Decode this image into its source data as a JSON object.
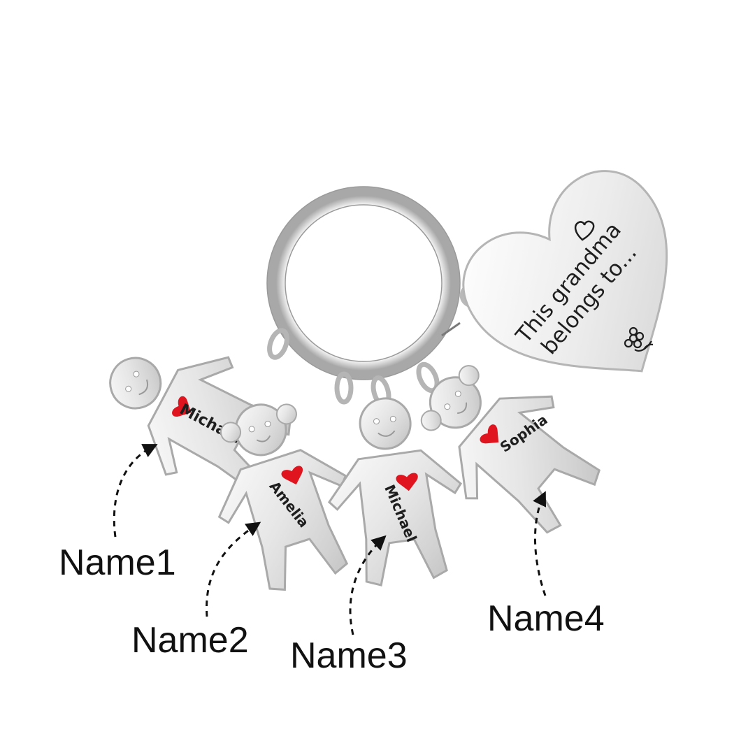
{
  "charm_names": [
    "Michael",
    "Amelia",
    "Michael",
    "Sophia"
  ],
  "heart_tag": {
    "line1": "This grandma",
    "line2": "belongs to..."
  },
  "labels": [
    "Name1",
    "Name2",
    "Name3",
    "Name4"
  ],
  "colors": {
    "background": "#ffffff",
    "metal_light": "#f4f4f4",
    "metal_mid": "#c9c9c9",
    "metal_dark": "#8a8a8a",
    "heart_red": "#e0141e",
    "engraving": "#1e1e1e",
    "label_text": "#111111"
  }
}
